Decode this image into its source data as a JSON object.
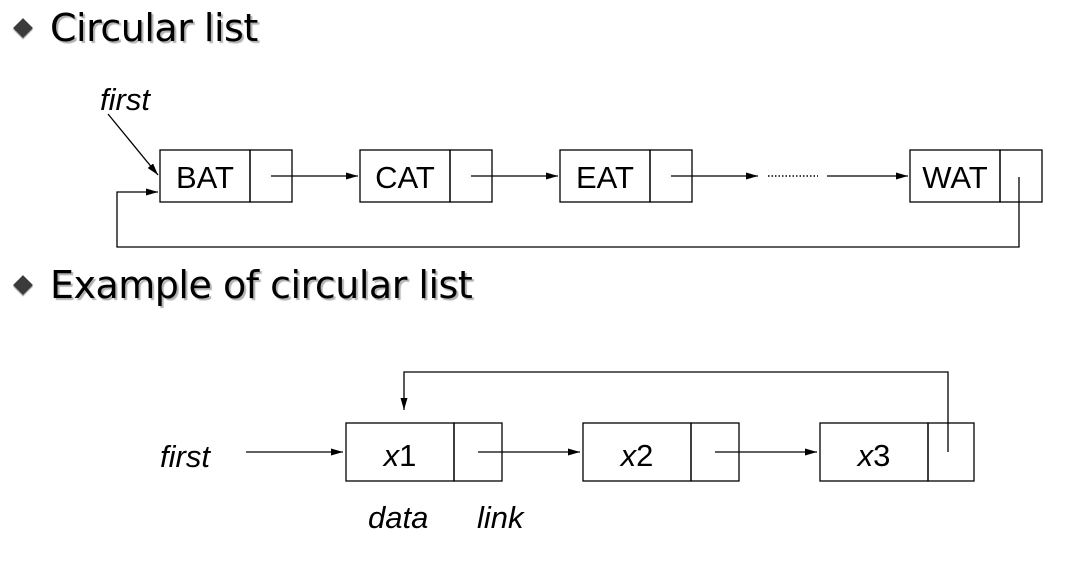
{
  "section1": {
    "heading": "Circular list",
    "pointer_label": "first",
    "nodes": [
      "BAT",
      "CAT",
      "EAT",
      "WAT"
    ]
  },
  "section2": {
    "heading": "Example of circular list",
    "pointer_label": "first",
    "nodes": [
      {
        "var": "x",
        "sub": "1"
      },
      {
        "var": "x",
        "sub": "2"
      },
      {
        "var": "x",
        "sub": "3"
      }
    ],
    "field_labels": {
      "data": "data",
      "link": "link"
    }
  }
}
